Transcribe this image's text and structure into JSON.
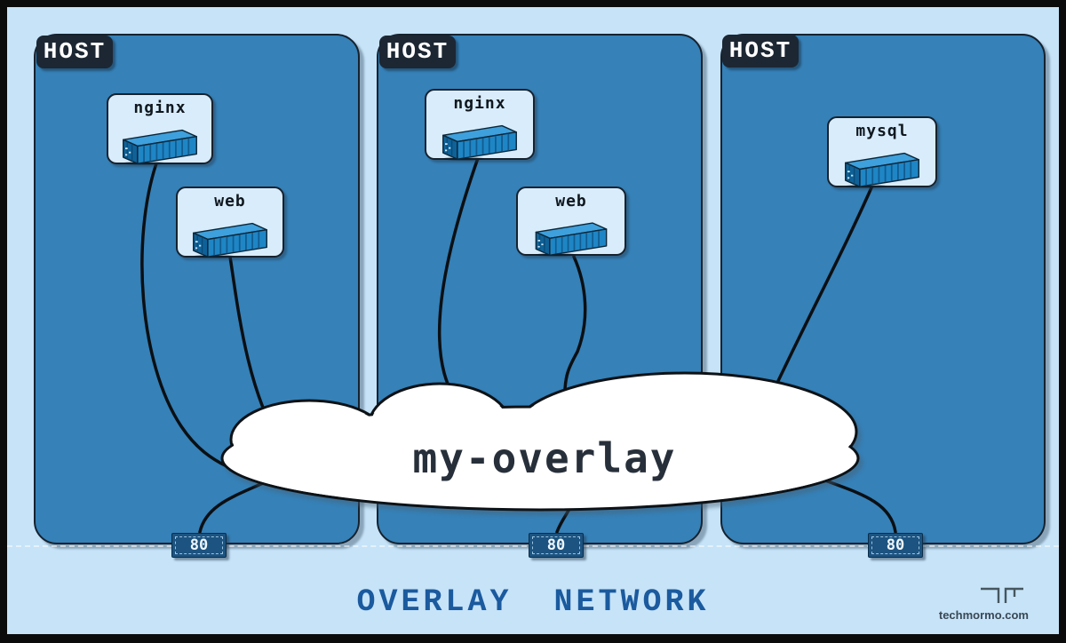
{
  "diagram": {
    "title": "OVERLAY NETWORK",
    "cloud": {
      "label": "my-overlay"
    },
    "hosts": [
      {
        "label": "HOST",
        "port": "80",
        "containers": [
          {
            "name": "nginx"
          },
          {
            "name": "web"
          }
        ]
      },
      {
        "label": "HOST",
        "port": "80",
        "containers": [
          {
            "name": "nginx"
          },
          {
            "name": "web"
          }
        ]
      },
      {
        "label": "HOST",
        "port": "80",
        "containers": [
          {
            "name": "mysql"
          }
        ]
      }
    ],
    "watermark": "techmormo.com",
    "colors": {
      "background": "#c6e3f8",
      "host_fill": "#3581b8",
      "container_box_fill": "#d8ecfb",
      "badge_fill": "#1c2733",
      "port_fill": "#1c5380",
      "cloud_fill": "#ffffff",
      "line": "#0b0f13",
      "title_text": "#1b5a9e",
      "cloud_text": "#272f3a"
    }
  }
}
